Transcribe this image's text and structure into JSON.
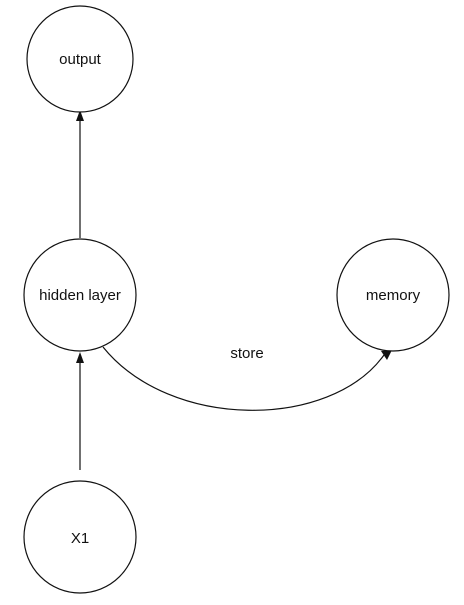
{
  "diagram": {
    "nodes": {
      "output": {
        "label": "output"
      },
      "hidden": {
        "label": "hidden layer"
      },
      "memory": {
        "label": "memory"
      },
      "x1": {
        "label": "X1"
      }
    },
    "edges": {
      "x1_to_hidden": {
        "label": ""
      },
      "hidden_to_output": {
        "label": ""
      },
      "hidden_to_memory": {
        "label": "store"
      }
    },
    "colors": {
      "stroke": "#111111",
      "background": "#ffffff"
    }
  }
}
